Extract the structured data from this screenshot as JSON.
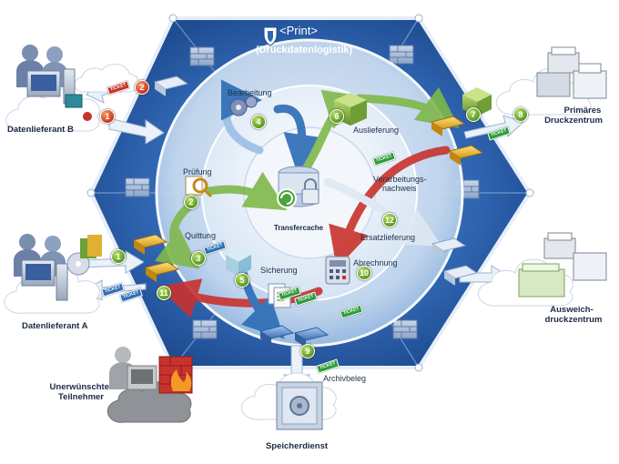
{
  "header": {
    "logo_text": "<Print>",
    "subtitle": "(Druckdatenlogistik)"
  },
  "center": {
    "label": "Transfercache"
  },
  "steps": [
    {
      "n": "1",
      "label": "",
      "color": "#c9381b"
    },
    {
      "n": "2",
      "label": "",
      "color": "#c9381b"
    },
    {
      "n": "4",
      "label": "Bearbeitung"
    },
    {
      "n": "6",
      "label": "Auslieferung"
    },
    {
      "n": "7",
      "label": ""
    },
    {
      "n": "8",
      "label": ""
    },
    {
      "n": "2",
      "label": "Prüfung"
    },
    {
      "n": "3",
      "label": "Quittung"
    },
    {
      "n": "1",
      "label": ""
    },
    {
      "n": "11",
      "label": ""
    },
    {
      "n": "5",
      "label": "Sicherung"
    },
    {
      "n": "10",
      "label": "Abrechnung"
    },
    {
      "n": "12",
      "label": "Ersatzlieferung"
    },
    {
      "n": "9",
      "label": "Archivbeleg"
    }
  ],
  "labels": {
    "verarbeitung_line1": "Verarbeitungs-",
    "verarbeitung_line2": "nachweis"
  },
  "parties": {
    "lieferant_b": "Datenlieferant B",
    "lieferant_a": "Datenlieferant A",
    "primaer_line1": "Primäres",
    "primaer_line2": "Druckzentrum",
    "ausweich_line1": "Ausweich-",
    "ausweich_line2": "druckzentrum",
    "unerwuenscht_line1": "Unerwünschte",
    "unerwuenscht_line2": "Teilnehmer",
    "speicher": "Speicherdienst"
  },
  "ticket_text": "TICKET",
  "colors": {
    "hexagon": "#2f64b0",
    "hexagon_dark": "#1d4a8c",
    "ring": "#bcd3ec",
    "inner": "#e8f0f9",
    "green_arrow": "#7fb84a",
    "red_arrow": "#c8322d",
    "blue_arrow": "#2c6cb6"
  }
}
